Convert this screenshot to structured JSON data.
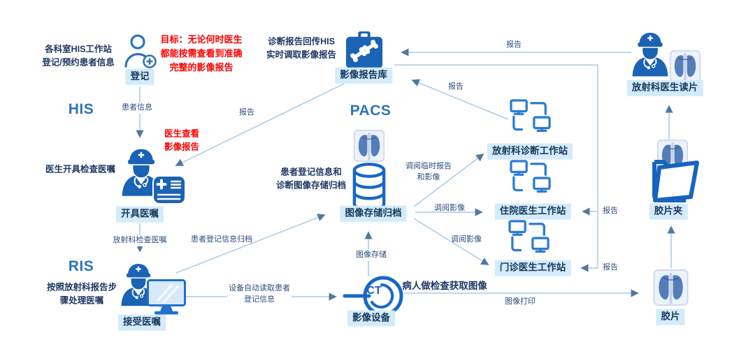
{
  "diagram": {
    "systems": {
      "his": "HIS",
      "pacs": "PACS",
      "ris": "RIS"
    },
    "goal": {
      "line1": "目标：无论何时医生",
      "line2": "都能按需查看到准确",
      "line3": "完整的影像报告"
    },
    "notes": {
      "dept1": "各科室HIS工作站",
      "dept2": "登记/预约患者信息",
      "report1": "诊断报告回传HIS",
      "report2": "实时调取影像报告",
      "doctor_order": "医生开具检查医嘱",
      "view1": "医生查看",
      "view2": "影像报告",
      "ris1": "按照放射科报告步",
      "ris2": "骤处理医嘱",
      "archive1": "患者登记信息和",
      "archive2": "诊断图像存储归档",
      "exam": "病人做检查获取图像"
    },
    "nodes": {
      "register": "登记",
      "report_library": "影像报告库",
      "issue_order": "开具医嘱",
      "accept_order": "接受医嘱",
      "image_archive": "图像存储归档",
      "imaging_device": "影像设备",
      "radiology_ws": "放射科诊断工作站",
      "inpatient_ws": "住院医生工作站",
      "outpatient_ws": "门诊医生工作站",
      "radiologist_reading": "放射科医生读片",
      "film_folder": "胶片夹",
      "film": "胶片",
      "ct_label": "CT"
    },
    "edges": {
      "patient_info": "患者信息",
      "report": "报告",
      "radiology_order": "放射科检查医嘱",
      "reg_archive": "患者登记信息归档",
      "device_read1": "设备自动读取患者",
      "device_read2": "登记信息",
      "image_store": "图像存储",
      "retrieve_temp1": "调阅临时报告",
      "retrieve_temp2": "和影像",
      "retrieve_image": "调阅影像",
      "image_print": "图像打印"
    },
    "colors": {
      "accent": "#2e74b5",
      "navy": "#1f3864",
      "red": "#fe0000",
      "chip_bg": "#d3ebfa",
      "icon_blue": "#1b63b5",
      "line": "#a8cbe8"
    }
  }
}
